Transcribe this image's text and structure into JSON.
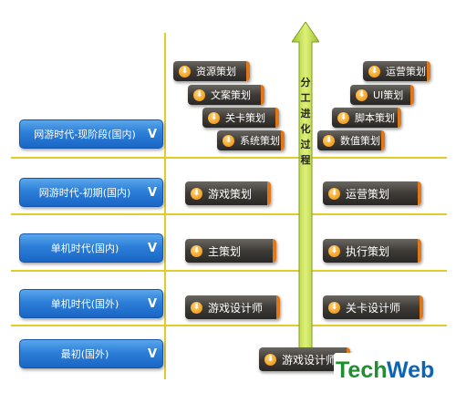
{
  "eras": [
    {
      "label": "网游时代-现阶段(国内)",
      "check": "V"
    },
    {
      "label": "网游时代-初期(国内)",
      "check": "V"
    },
    {
      "label": "单机时代(国内)",
      "check": "V"
    },
    {
      "label": "单机时代(国外)",
      "check": "V"
    },
    {
      "label": "最初(国外)",
      "check": "V"
    }
  ],
  "arrow_chars": [
    "分",
    "工",
    "进",
    "化",
    "过",
    "程"
  ],
  "current_left": [
    "资源策划",
    "文案策划",
    "关卡策划",
    "系统策划"
  ],
  "current_right": [
    "运营策划",
    "UI策划",
    "脚本策划",
    "数值策划"
  ],
  "early": [
    "游戏策划",
    "运营策划"
  ],
  "single_domestic": [
    "主策划",
    "执行策划"
  ],
  "single_foreign": [
    "游戏设计师",
    "关卡设计师"
  ],
  "origin": "游戏设计师",
  "logo": {
    "tech": "Tech",
    "web": "Web"
  },
  "colors": {
    "grid": "#e2cc2b",
    "era_blue": "#2c7fd8",
    "pill_dark": "#3e3b37",
    "accent_orange": "#e0781b",
    "arrow_green": "#b9d84a"
  }
}
